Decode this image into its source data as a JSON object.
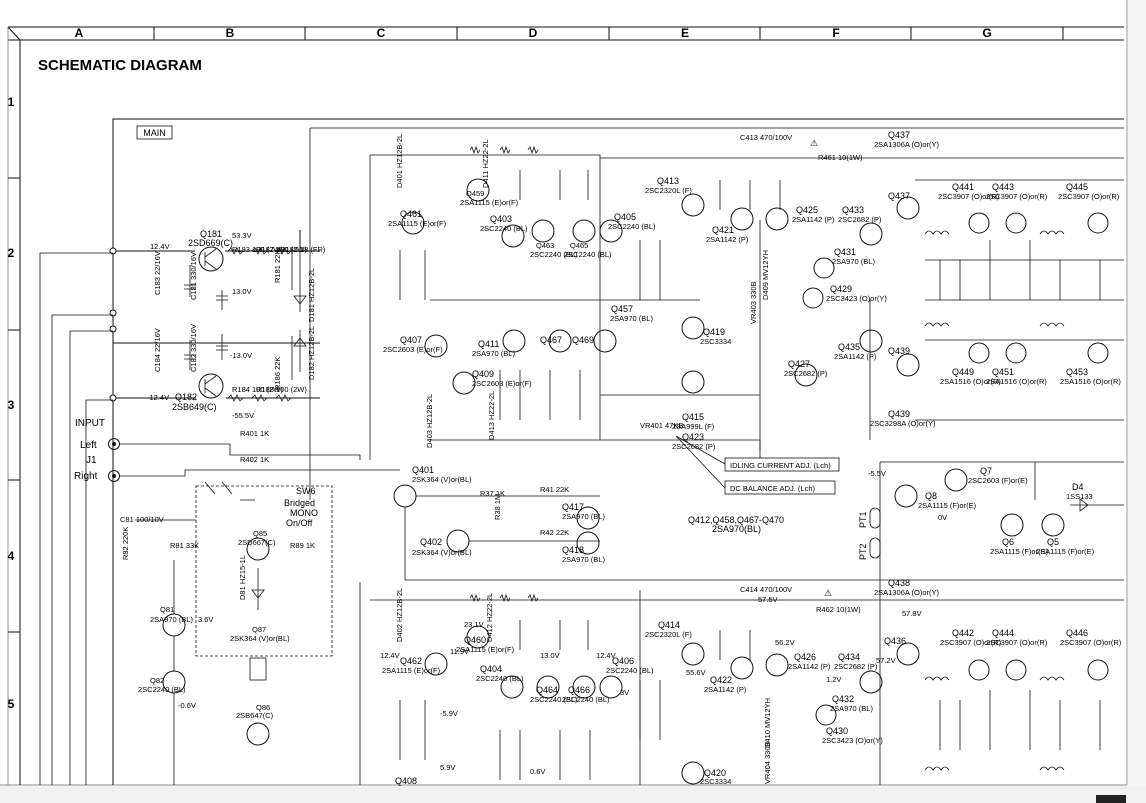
{
  "title": "SCHEMATIC DIAGRAM",
  "section_label": "MAIN",
  "columns": [
    "A",
    "B",
    "C",
    "D",
    "E",
    "F",
    "G"
  ],
  "rows": [
    "1",
    "2",
    "3",
    "4",
    "5"
  ],
  "input": {
    "label": "INPUT",
    "left": "Left",
    "jack": "J1",
    "right": "Right"
  },
  "switch": {
    "ref": "SW6",
    "desc1": "Bridged",
    "desc2": "MONO",
    "desc3": "On/Off"
  },
  "adjust": {
    "idling": "IDLING CURRENT ADJ. (Lch)",
    "dc_balance": "DC BALANCE ADJ. (Lch)"
  },
  "note_transistors": "Q412,Q458,Q467-Q470",
  "note_transistors_type": "2SA970(BL)",
  "components": {
    "q181": "Q181",
    "q181_type": "2SD669(C)",
    "q182": "Q182",
    "q182_type": "2SB649(C)",
    "d181": "D181 HZ12B-2L",
    "d182": "D182 HZ12B-2L",
    "c181": "C181 330/16V",
    "c182": "C182 330/16V",
    "c183": "C183 22/16V",
    "c184": "C184 22/16V",
    "r181": "R181 22K",
    "r186": "R186 22K",
    "r183": "R183 100 (2W)",
    "r187": "R187 100 (2W)",
    "r185": "R185 18 (FR)",
    "r184": "R184 100 (2W)",
    "r188": "R188 100 (2W)",
    "v_p124": "12.4V",
    "v_p533": "53.3V",
    "v_p130": "13.0V",
    "v_n130": "-13.0V",
    "v_n124": "-12.4V",
    "v_n555": "-55.5V",
    "q461": "Q461",
    "q461_type": "2SA1115 (E)or(F)",
    "q459": "Q459",
    "q459_type": "2SA1115 (E)or(F)",
    "q403": "Q403",
    "q403_type": "2SC2240 (BL)",
    "q463": "Q463",
    "q463_type": "2SC2240 (BL)",
    "q465": "Q465",
    "q465_type": "2SC2240 (BL)",
    "q405": "Q405",
    "q405_type": "2SC2240 (BL)",
    "q407": "Q407",
    "q407_type": "2SC2603 (E)or(F)",
    "q409": "Q409",
    "q409_type": "2SC2603 (E)or(F)",
    "q411": "Q411",
    "q411_type": "2SA970 (BL)",
    "q457": "Q457",
    "q457_type": "2SA970 (BL)",
    "q467": "Q467",
    "q469": "Q469",
    "q413": "Q413",
    "q413_type": "2SC2320L (F)",
    "q419": "Q419",
    "q419_type": "2SC3334",
    "q421": "Q421",
    "q421_type": "2SA1142 (P)",
    "q425": "Q425",
    "q425_type": "2SA1142 (P)",
    "q433": "Q433",
    "q433_type": "2SC2682 (P)",
    "q431": "Q431",
    "q431_type": "2SA970 (BL)",
    "q429": "Q429",
    "q429_type": "2SC3423 (O)or(Y)",
    "q427": "Q427",
    "q427_type": "2SC2682 (P)",
    "q435": "Q435",
    "q435_type": "2SA1142 (P)",
    "q437": "Q437",
    "q437_type": "2SA1306A (O)or(Y)",
    "q439": "Q439",
    "q439_type": "2SC3298A (O)or(Y)",
    "q441": "Q441",
    "q441_type": "2SC3907 (O)or(R)",
    "q443": "Q443",
    "q443_type": "2SC3907 (O)or(R)",
    "q445": "Q445",
    "q445_type": "2SC3907 (O)or(R)",
    "q449": "Q449",
    "q449_type": "2SA1516 (O)or(R)",
    "q451": "Q451",
    "q451_type": "2SA1516 (O)or(R)",
    "q453": "Q453",
    "q453_type": "2SA1516 (O)or(R)",
    "q415": "Q415",
    "q415_type": "2SA999L (F)",
    "q423": "Q423",
    "q423_type": "2SC2682 (P)",
    "q401": "Q401",
    "q401_type": "2SK364 (V)or(BL)",
    "q402": "Q402",
    "q402_type": "2SK364 (V)or(BL)",
    "q417": "Q417",
    "q417_type": "2SA970 (BL)",
    "q418": "Q418",
    "q418_type": "2SA970 (BL)",
    "q7": "Q7",
    "q7_type": "2SC2603 (F)or(E)",
    "q8": "Q8",
    "q8_type": "2SA1115 (F)or(E)",
    "q6": "Q6",
    "q6_type": "2SA1115 (F)or(E)",
    "q5": "Q5",
    "q5_type": "2SA1115 (F)or(E)",
    "d4": "D4",
    "d4_type": "1SS133",
    "pt1": "PT1",
    "pt2": "PT2",
    "q81": "Q81",
    "q81_type": "2SA970 (BL)",
    "q82": "Q82",
    "q82_type": "2SC2240 (BL)",
    "q85": "Q85",
    "q85_type": "2SD667(C)",
    "q86": "Q86",
    "q86_type": "2SB647(C)",
    "q87": "Q87",
    "q87_type": "2SK364 (V)or(BL)",
    "d81": "D81 HZ15-1L",
    "vr401": "VR401 47KB",
    "vr403": "VR403 330B",
    "d409": "D409 MV12YH",
    "d401": "D401 HZ12B-2L",
    "d411": "D411 HZ22-2L",
    "d403": "D403 HZ12B-2L",
    "d413": "D413 HZ22-2L",
    "c413": "C413 470/100V",
    "c414": "C414 470/100V",
    "r461": "R461 10(1W)",
    "r462": "R462 10(1W)",
    "r401": "R401 1K",
    "r402": "R402 1K",
    "r37": "R37 1K",
    "r38": "R38 1M",
    "r41": "R41 22K",
    "r42": "R42 22K",
    "c81": "C81 100/10V",
    "r82": "R82 220K",
    "r81": "R81 33K",
    "r89": "R89 1K",
    "q438": "Q438",
    "q438_type": "2SA1306A (O)or(Y)",
    "q414": "Q414",
    "q414_type": "2SC2320L (F)",
    "q422": "Q422",
    "q422_type": "2SA1142 (P)",
    "q426": "Q426",
    "q426_type": "2SA1142 (P)",
    "q434": "Q434",
    "q434_type": "2SC2682 (P)",
    "q432": "Q432",
    "q432_type": "2SA970 (BL)",
    "q430": "Q430",
    "q430_type": "2SC3423 (O)or(Y)",
    "q436": "Q436",
    "q442": "Q442",
    "q442_type": "2SC3907 (O)or(R)",
    "q444": "Q444",
    "q444_type": "2SC3907 (O)or(R)",
    "q446": "Q446",
    "q446_type": "2SC3907 (O)or(R)",
    "q462": "Q462",
    "q462_type": "2SA1115 (E)or(F)",
    "q460": "Q460",
    "q460_type": "2SA1115 (E)or(F)",
    "q404": "Q404",
    "q404_type": "2SC2240 (BL)",
    "q464": "Q464",
    "q464_type": "2SC2240 (BL)",
    "q466": "Q466",
    "q466_type": "2SC2240 (BL)",
    "q406": "Q406",
    "q406_type": "2SC2240 (BL)",
    "q420": "Q420",
    "q420_type": "2SC3334",
    "q408": "Q408",
    "d410": "D410 MV12YH",
    "vr404": "VR404 330B",
    "d402": "D402 HZ12B-2L",
    "d412": "D412 HZ22-2L",
    "v_575": "57.5V",
    "v_578": "57.8V",
    "v_572": "57.2V",
    "v_562": "56.2V",
    "v_556": "55.6V",
    "v_12": "1.2V",
    "v_0v": "0V",
    "v_m55": "-5.5V",
    "v_06": "0.6V",
    "v_59": "5.9V",
    "v_m59": "-5.9V",
    "v_m06": "-0.6V",
    "v_36": "3.6V",
    "v_3v": "3V",
    "v_119": "11.9V",
    "v_231": "23.1V",
    "v_124b": "12.4V",
    "v_130b": "13.0V",
    "v_124c": "12.4V"
  }
}
